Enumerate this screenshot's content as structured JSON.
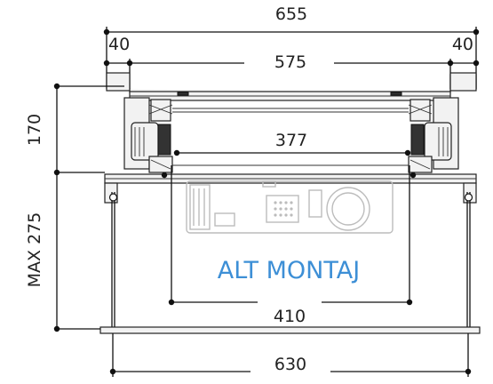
{
  "dimensions": {
    "total_width": "655",
    "side_left": "40",
    "side_right": "40",
    "inner_width": "575",
    "mechanism_height": "170",
    "inner_span": "377",
    "max_drop": "MAX 275",
    "platform_inner": "410",
    "platform_width": "630"
  },
  "caption": "ALT MONTAJ",
  "colors": {
    "caption": "#3d8fd6",
    "line": "#111111",
    "projector": "#bcbcbc"
  }
}
